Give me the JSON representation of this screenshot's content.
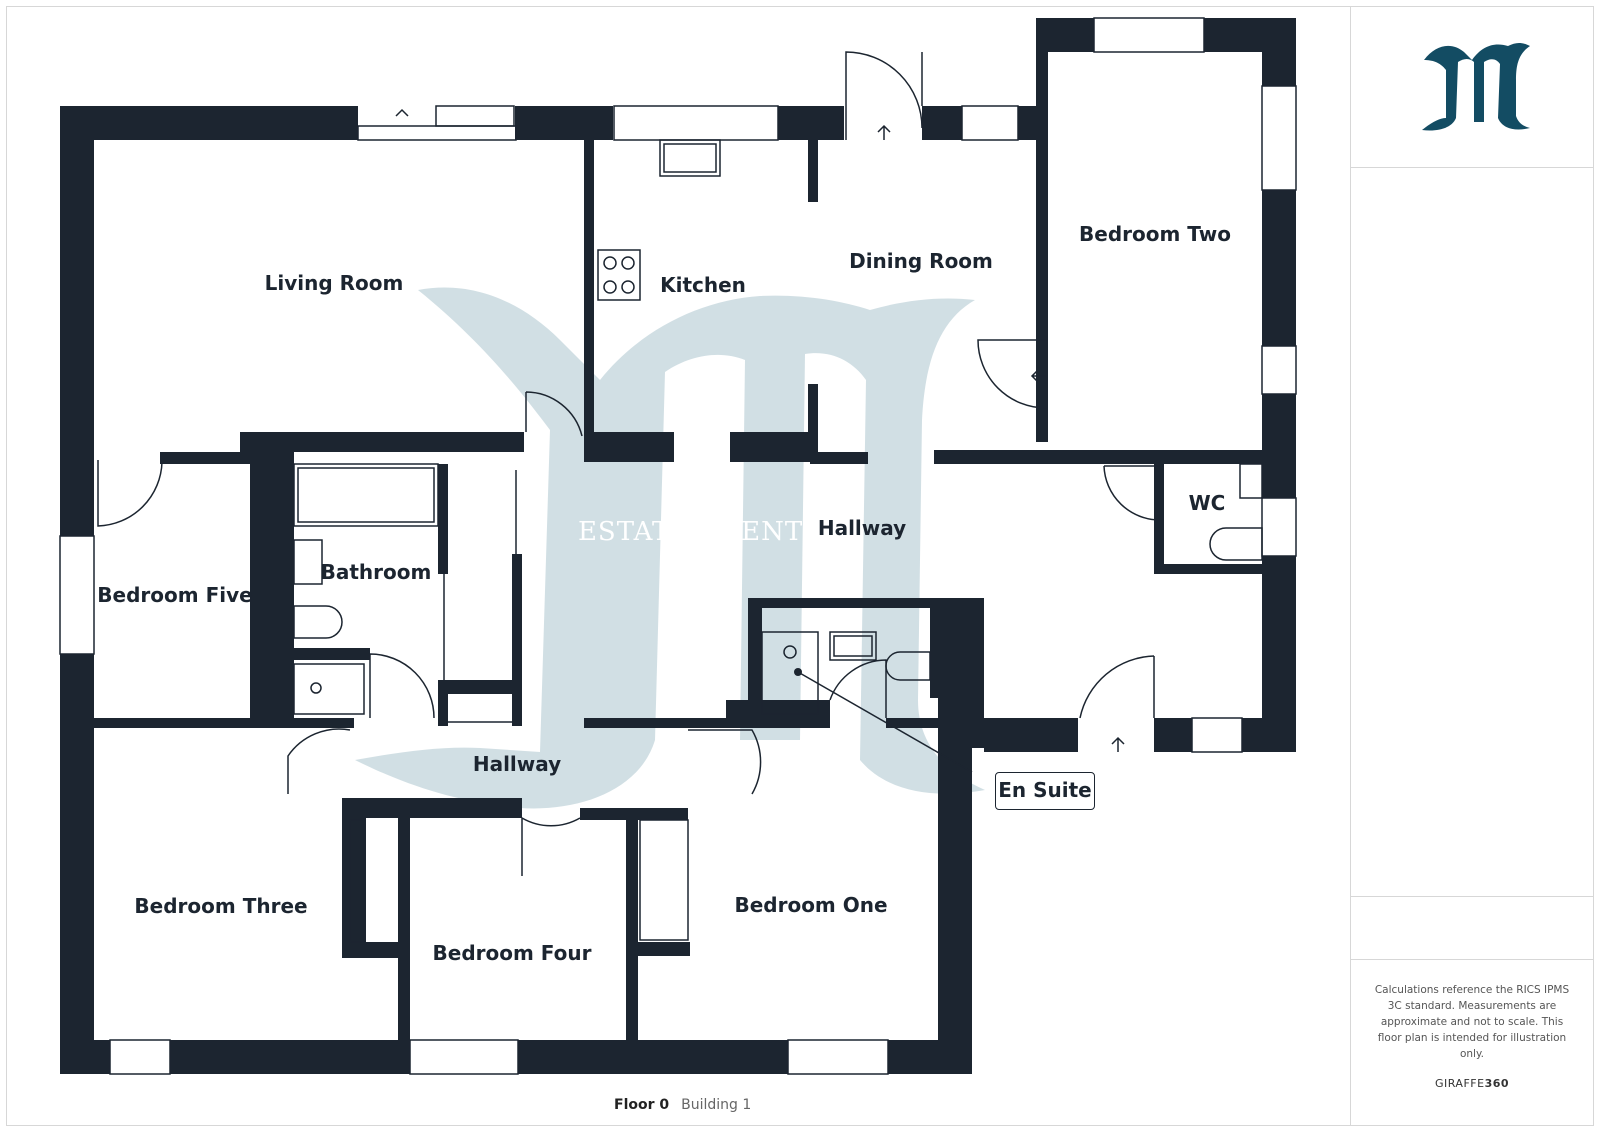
{
  "colors": {
    "wall": "#1c2530",
    "brand": "#134c63",
    "watermark": "#cfdde3",
    "text": "#1c2530"
  },
  "logo": {
    "icon": "estate-agents-monogram-logo"
  },
  "watermark": {
    "text": "ESTATE AGENTS"
  },
  "rooms": {
    "living_room": "Living Room",
    "kitchen": "Kitchen",
    "dining_room": "Dining Room",
    "bedroom_two": "Bedroom Two",
    "wc": "WC",
    "hallway_upper": "Hallway",
    "bedroom_five": "Bedroom Five",
    "bathroom": "Bathroom",
    "hallway_lower": "Hallway",
    "en_suite": "En Suite",
    "bedroom_three": "Bedroom Three",
    "bedroom_four": "Bedroom Four",
    "bedroom_one": "Bedroom One"
  },
  "footer": {
    "floor": "Floor 0",
    "building": "Building 1"
  },
  "sidebar": {
    "disclaimer": "Calculations reference the RICS IPMS 3C standard. Measurements are approximate and not to scale. This floor plan is intended for illustration only.",
    "brand_prefix": "GIRAFFE",
    "brand_suffix": "360"
  }
}
